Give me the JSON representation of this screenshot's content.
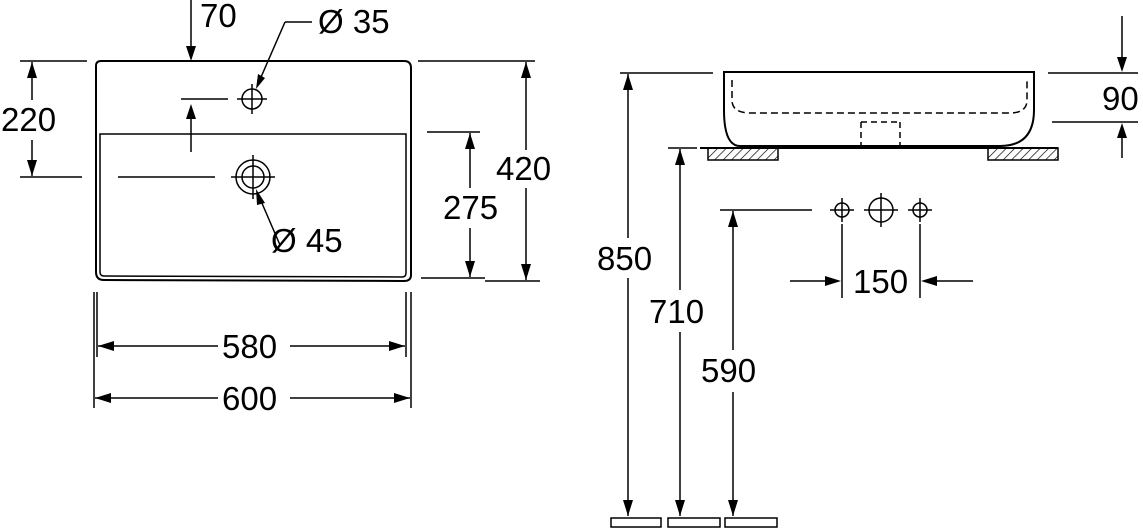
{
  "dimensions": {
    "top_offset": "70",
    "tap_hole": "Ø 35",
    "tap_hole_height": "220",
    "drain_hole": "Ø 45",
    "bowl_depth": "275",
    "overall_depth": "420",
    "inner_width": "580",
    "overall_width": "600",
    "rim_height": "90",
    "mount_height": "850",
    "counter_height": "710",
    "trap_height": "590",
    "tap_spacing": "150"
  }
}
